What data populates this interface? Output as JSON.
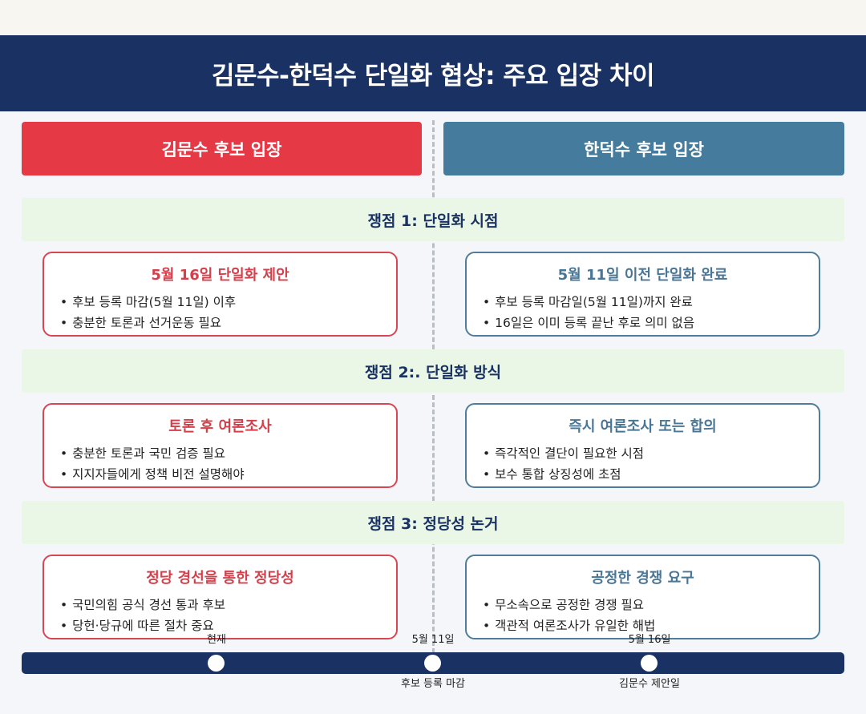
{
  "title": "김문수-한덕수 단일화 협상: 주요 입장 차이",
  "columns": {
    "left": "김문수 후보 입장",
    "right": "한덕수 후보 입장"
  },
  "colors": {
    "header": "#1a3263",
    "left_accent": "#e63946",
    "right_accent": "#457b9d",
    "issue_bg": "#eaf7e6"
  },
  "issues": [
    {
      "label": "쟁점 1: 단일화 시점",
      "left": {
        "title": "5월 16일 단일화 제안",
        "points": [
          "후보 등록 마감(5월 11일) 이후",
          "충분한 토론과 선거운동 필요"
        ]
      },
      "right": {
        "title": "5월 11일 이전 단일화 완료",
        "points": [
          "후보 등록 마감일(5월 11일)까지 완료",
          "16일은 이미 등록 끝난 후로 의미 없음"
        ]
      }
    },
    {
      "label": "쟁점 2:. 단일화 방식",
      "left": {
        "title": "토론 후 여론조사",
        "points": [
          "충분한 토론과 국민 검증 필요",
          "지지자들에게 정책 비전 설명해야"
        ]
      },
      "right": {
        "title": "즉시 여론조사 또는 합의",
        "points": [
          "즉각적인 결단이 필요한 시점",
          "보수 통합 상징성에 초점"
        ]
      }
    },
    {
      "label": "쟁점 3: 정당성 논거",
      "left": {
        "title": "정당 경선을 통한 정당성",
        "points": [
          "국민의힘 공식 경선 통과 후보",
          "당헌·당규에 따른 절차 중요"
        ]
      },
      "right": {
        "title": "공정한 경쟁 요구",
        "points": [
          "무소속으로 공정한 경쟁 필요",
          "객관적 여론조사가 유일한 해법"
        ]
      }
    }
  ],
  "timeline": [
    {
      "top": "현재",
      "bottom": ""
    },
    {
      "top": "5월 11일",
      "bottom": "후보 등록 마감"
    },
    {
      "top": "5월 16일",
      "bottom": "김문수 제안일"
    }
  ]
}
